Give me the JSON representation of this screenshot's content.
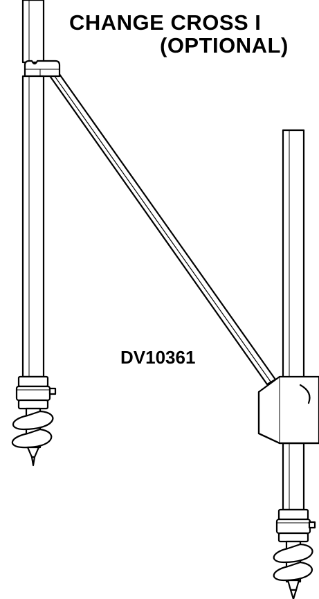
{
  "diagram": {
    "title_lines": [
      "CHANGE CROSS I",
      "(OPTIONAL)"
    ],
    "figure_label": "DV10361"
  },
  "colors": {
    "ink": "#000000",
    "paper": "#ffffff"
  }
}
